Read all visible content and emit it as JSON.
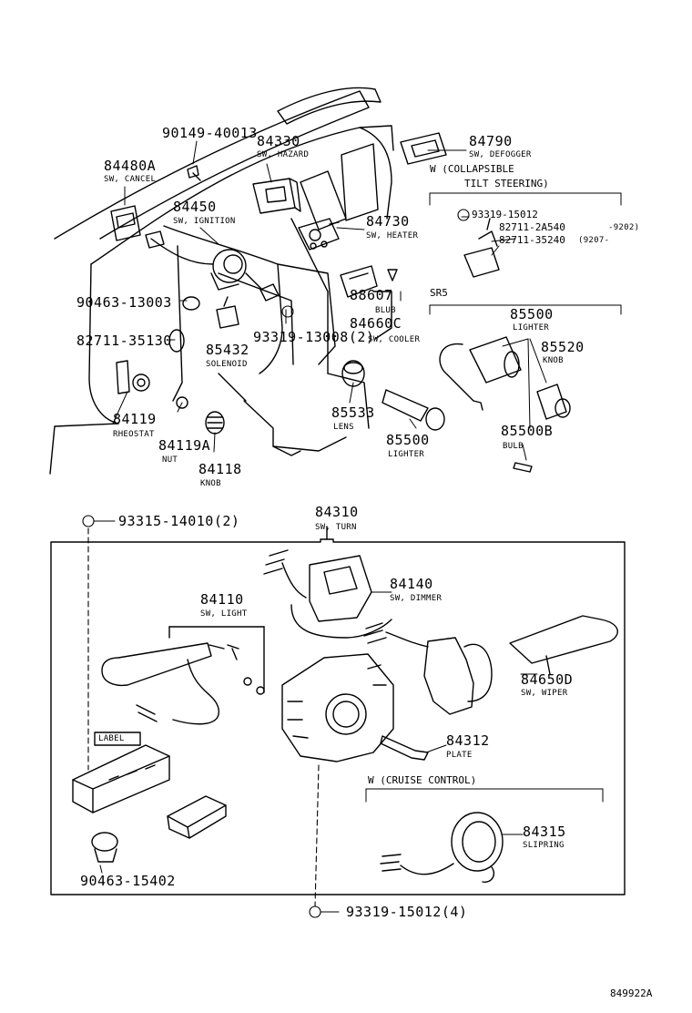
{
  "labels": {
    "p90149": "90149-40013",
    "p84330": "84330",
    "p84330_name": "SW, HAZARD",
    "p84790": "84790",
    "p84790_name": "SW, DEFOGGER",
    "w_collapsible": "W (COLLAPSIBLE",
    "tilt_steering": "TILT STEERING)",
    "p84480A": "84480A",
    "p84480A_name": "SW, CANCEL",
    "p84450": "84450",
    "p84450_name": "SW, IGNITION",
    "p84730": "84730",
    "p84730_name": "SW, HEATER",
    "p93319_15012a": "93319-15012",
    "p82711_2a": "82711-2A540",
    "p9202": "-9202)",
    "p82711_35": "82711-35240",
    "p9207": "(9207-",
    "p90463_13003": "90463-13003",
    "p88607": "88607",
    "p88607_name": "BLUB",
    "sr5": "SR5",
    "p82711_351": "82711-35130",
    "p85432": "85432",
    "p85432_name": "SOLENOID",
    "p93319_1300": "93319-13008(2)",
    "p84660C": "84660C",
    "p84660C_name": "SW, COOLER",
    "p85500_top": "85500",
    "p85500_top_name": "LIGHTER",
    "p85520": "85520",
    "p85520_name": "KNOB",
    "p85533": "85533",
    "p85533_name": "LENS",
    "p84119": "84119",
    "p84119_name": "RHEOSTAT",
    "p84119A": "84119A",
    "p84119A_name": "NUT",
    "p84118": "84118",
    "p84118_name": "KNOB",
    "p85500_bot": "85500",
    "p85500_bot_name": "LIGHTER",
    "p85500B": "85500B",
    "p85500B_name": "BULB",
    "p93315": "93315-14010(2)",
    "p84310": "84310",
    "p84310_name": "SW, TURN",
    "p84140": "84140",
    "p84140_name": "SW, DIMMER",
    "p84110": "84110",
    "p84110_name": "SW, LIGHT",
    "p84650D": "84650D",
    "p84650D_name": "SW, WIPER",
    "p84312": "84312",
    "p84312_name": "PLATE",
    "label_tag": "LABEL",
    "w_cruise": "W (CRUISE CONTROL)",
    "p84315": "84315",
    "p84315_name": "SLIPRING",
    "p90463_15402": "90463-15402",
    "p93319_15012b": "93319-15012(4)",
    "drawing_no": "849922A"
  }
}
